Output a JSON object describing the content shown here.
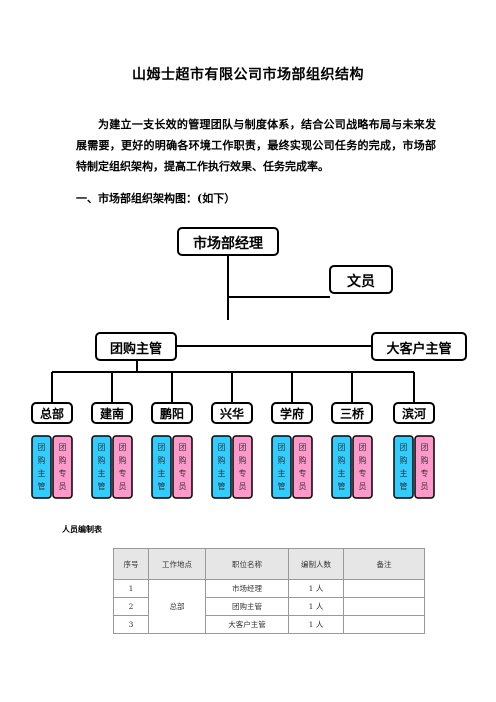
{
  "doc": {
    "title": "山姆士超市有限公司市场部组织结构",
    "paragraph": "为建立一支长效的管理团队与制度体系，结合公司战略布局与未来发展需要，更好的明确各环境工作职责，最终实现公司任务的完成，市场部特制定组织架构，提高工作执行效果、任务完成率。",
    "section_heading": "一、市场部组织架构图：(如下）"
  },
  "org": {
    "manager": "市场部经理",
    "clerk": "文员",
    "group_supervisor": "团购主管",
    "key_account_supervisor": "大客户主管",
    "branches": [
      "总部",
      "建南",
      "鹏阳",
      "兴华",
      "学府",
      "三桥",
      "滨河"
    ],
    "sub_roles": [
      "团购主管",
      "团购专员"
    ],
    "colors": {
      "supervisor_box": "#33ccff",
      "specialist_box": "#ff99cc",
      "line": "#000000"
    }
  },
  "staff": {
    "title": "人员编制表",
    "headers": [
      "序号",
      "工作地点",
      "职位名称",
      "编制人数",
      "备注"
    ],
    "location": "总部",
    "rows": [
      {
        "no": "1",
        "position": "市场经理",
        "count": "1 人",
        "note": ""
      },
      {
        "no": "2",
        "position": "团购主管",
        "count": "1 人",
        "note": ""
      },
      {
        "no": "3",
        "position": "大客户主管",
        "count": "1 人",
        "note": ""
      }
    ]
  }
}
